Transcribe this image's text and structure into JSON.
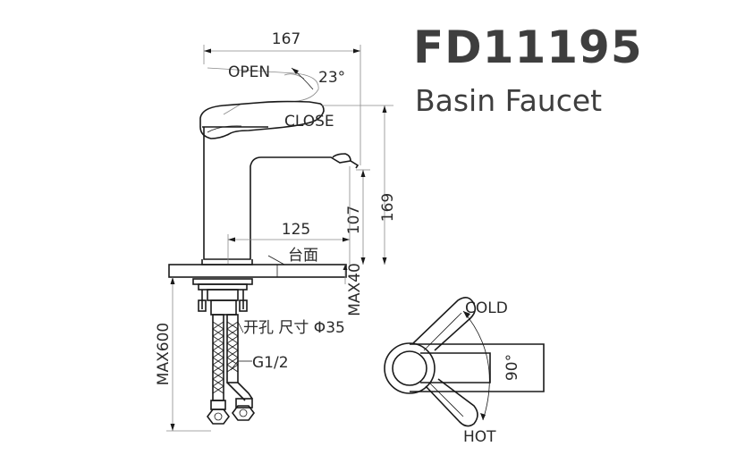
{
  "header": {
    "model": "FD11195",
    "subtitle": "Basin Faucet"
  },
  "labels": {
    "open": "OPEN",
    "close": "CLOSE",
    "cold": "COLD",
    "hot": "HOT",
    "countertop": "台面",
    "hole": "开孔 尺寸 Φ35",
    "thread": "G1/2",
    "angle_open": "23°",
    "angle_rotate": "90°"
  },
  "dimensions": {
    "width": "167",
    "height": "169",
    "spout_height": "107",
    "reach": "125",
    "max_deck": "MAX40",
    "max_hose": "MAX600"
  }
}
